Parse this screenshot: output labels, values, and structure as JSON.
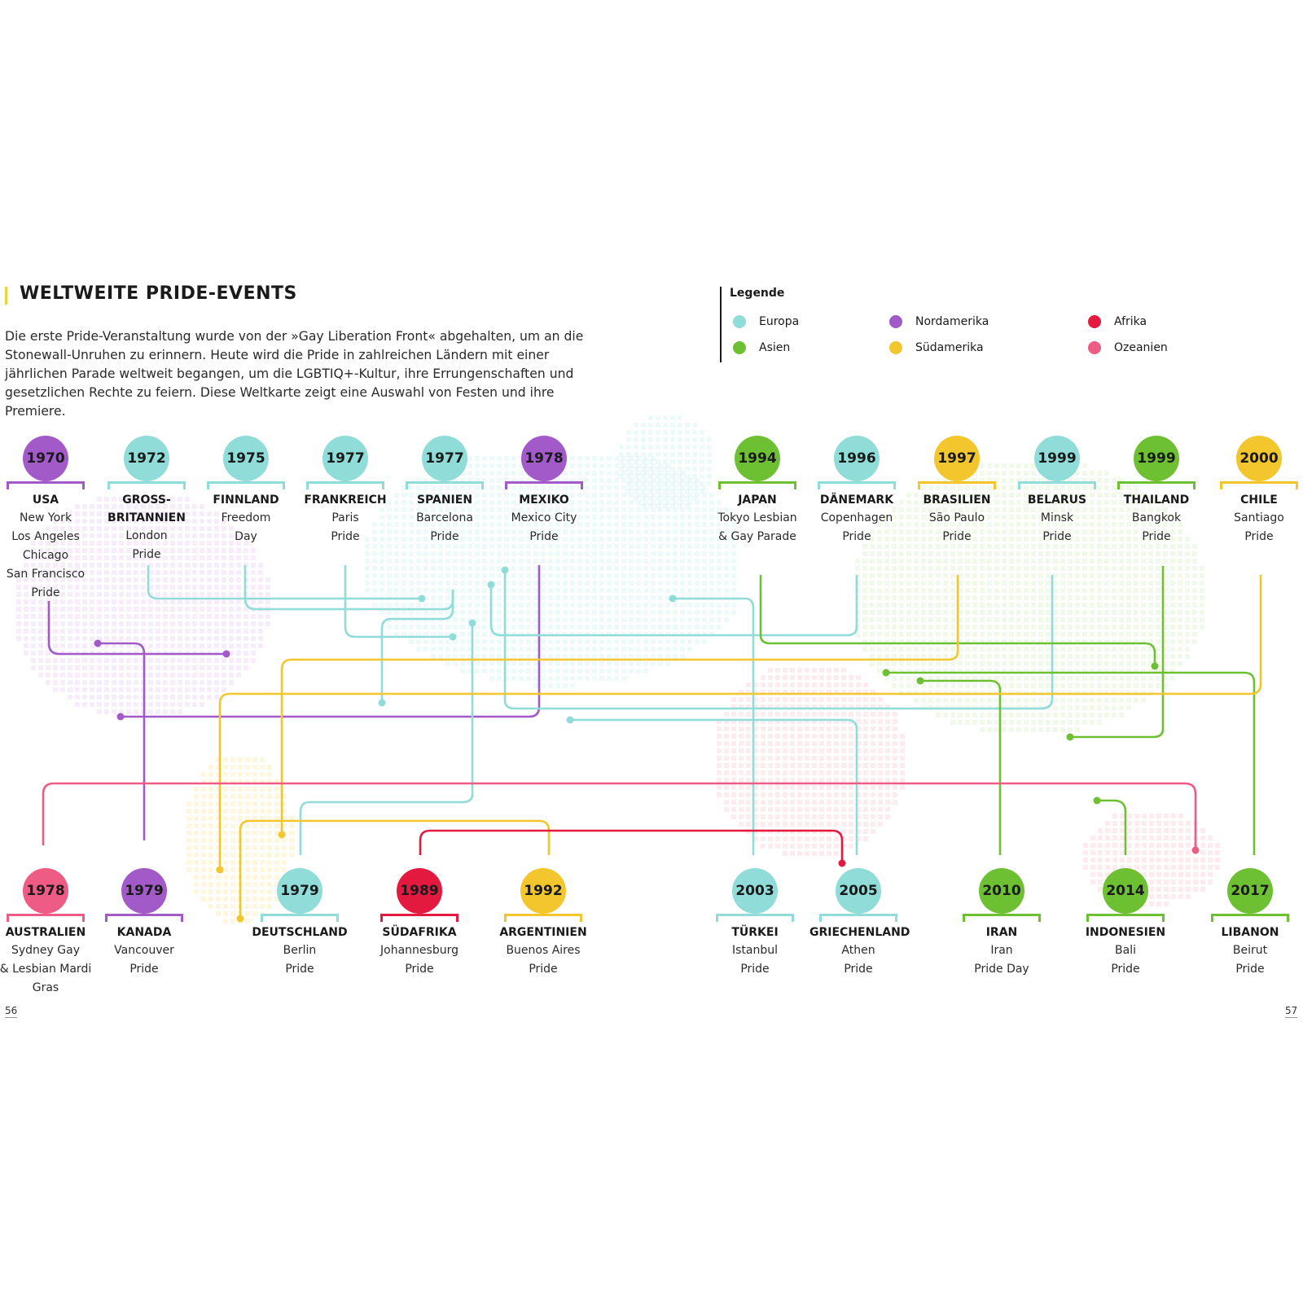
{
  "header": {
    "title": "WELTWEITE PRIDE-EVENTS",
    "intro": "Die erste Pride-Veranstaltung wurde von der »Gay Liberation Front« abgehalten, um an die Stonewall-Unruhen zu erinnern. Heute wird die Pride in zahlreichen Ländern mit einer jährlichen Parade weltweit begangen, um die LGBTIQ+-Kultur, ihre Errungenschaften und gesetzlichen Rechte zu feiern. Diese Weltkarte zeigt eine Auswahl von Festen und ihre Premiere.",
    "accent_color": "#e9d23a"
  },
  "legend": {
    "title": "Legende",
    "items": [
      {
        "label": "Europa",
        "color": "#8fdcd8"
      },
      {
        "label": "Asien",
        "color": "#6ec033"
      },
      {
        "label": "Nordamerika",
        "color": "#a25ac8"
      },
      {
        "label": "Südamerika",
        "color": "#f2c62c"
      },
      {
        "label": "Afrika",
        "color": "#e3193f"
      },
      {
        "label": "Ozeanien",
        "color": "#ee5c86"
      }
    ]
  },
  "events_top": [
    {
      "year": "1970",
      "country": "USA",
      "lines": [
        "New York",
        "Los Angeles",
        "Chicago",
        "San Francisco",
        "Pride"
      ],
      "color": "#a25ac8"
    },
    {
      "year": "1972",
      "country": "GROSS-",
      "country2": "BRITANNIEN",
      "lines": [
        "London",
        "Pride"
      ],
      "color": "#8fdcd8"
    },
    {
      "year": "1975",
      "country": "FINNLAND",
      "lines": [
        "Freedom",
        "Day"
      ],
      "color": "#8fdcd8"
    },
    {
      "year": "1977",
      "country": "FRANKREICH",
      "lines": [
        "Paris",
        "Pride"
      ],
      "color": "#8fdcd8"
    },
    {
      "year": "1977",
      "country": "SPANIEN",
      "lines": [
        "Barcelona",
        "Pride"
      ],
      "color": "#8fdcd8"
    },
    {
      "year": "1978",
      "country": "MEXIKO",
      "lines": [
        "Mexico City",
        "Pride"
      ],
      "color": "#a25ac8"
    },
    {
      "year": "1994",
      "country": "JAPAN",
      "lines": [
        "Tokyo Lesbian",
        "& Gay Parade"
      ],
      "color": "#6ec033"
    },
    {
      "year": "1996",
      "country": "DÄNEMARK",
      "lines": [
        "Copenhagen",
        "Pride"
      ],
      "color": "#8fdcd8"
    },
    {
      "year": "1997",
      "country": "BRASILIEN",
      "lines": [
        "São Paulo",
        "Pride"
      ],
      "color": "#f2c62c"
    },
    {
      "year": "1999",
      "country": "BELARUS",
      "lines": [
        "Minsk",
        "Pride"
      ],
      "color": "#8fdcd8"
    },
    {
      "year": "1999",
      "country": "THAILAND",
      "lines": [
        "Bangkok",
        "Pride"
      ],
      "color": "#6ec033"
    },
    {
      "year": "2000",
      "country": "CHILE",
      "lines": [
        "Santiago",
        "Pride"
      ],
      "color": "#f2c62c"
    }
  ],
  "events_bottom": [
    {
      "year": "1978",
      "country": "AUSTRALIEN",
      "lines": [
        "Sydney Gay",
        "& Lesbian Mardi",
        "Gras"
      ],
      "color": "#ee5c86"
    },
    {
      "year": "1979",
      "country": "KANADA",
      "lines": [
        "Vancouver",
        "Pride"
      ],
      "color": "#a25ac8"
    },
    {
      "year": "1979",
      "country": "DEUTSCHLAND",
      "lines": [
        "Berlin",
        "Pride"
      ],
      "color": "#8fdcd8"
    },
    {
      "year": "1989",
      "country": "SÜDAFRIKA",
      "lines": [
        "Johannesburg",
        "Pride"
      ],
      "color": "#e3193f"
    },
    {
      "year": "1992",
      "country": "ARGENTINIEN",
      "lines": [
        "Buenos Aires",
        "Pride"
      ],
      "color": "#f2c62c"
    },
    {
      "year": "2003",
      "country": "TÜRKEI",
      "lines": [
        "Istanbul",
        "Pride"
      ],
      "color": "#8fdcd8"
    },
    {
      "year": "2005",
      "country": "GRIECHENLAND",
      "lines": [
        "Athen",
        "Pride"
      ],
      "color": "#8fdcd8"
    },
    {
      "year": "2010",
      "country": "IRAN",
      "lines": [
        "Iran",
        "Pride Day"
      ],
      "color": "#6ec033"
    },
    {
      "year": "2014",
      "country": "INDONESIEN",
      "lines": [
        "Bali",
        "Pride"
      ],
      "color": "#6ec033"
    },
    {
      "year": "2017",
      "country": "LIBANON",
      "lines": [
        "Beirut",
        "Pride"
      ],
      "color": "#6ec033"
    }
  ],
  "pages": {
    "left": "56",
    "right": "57"
  }
}
